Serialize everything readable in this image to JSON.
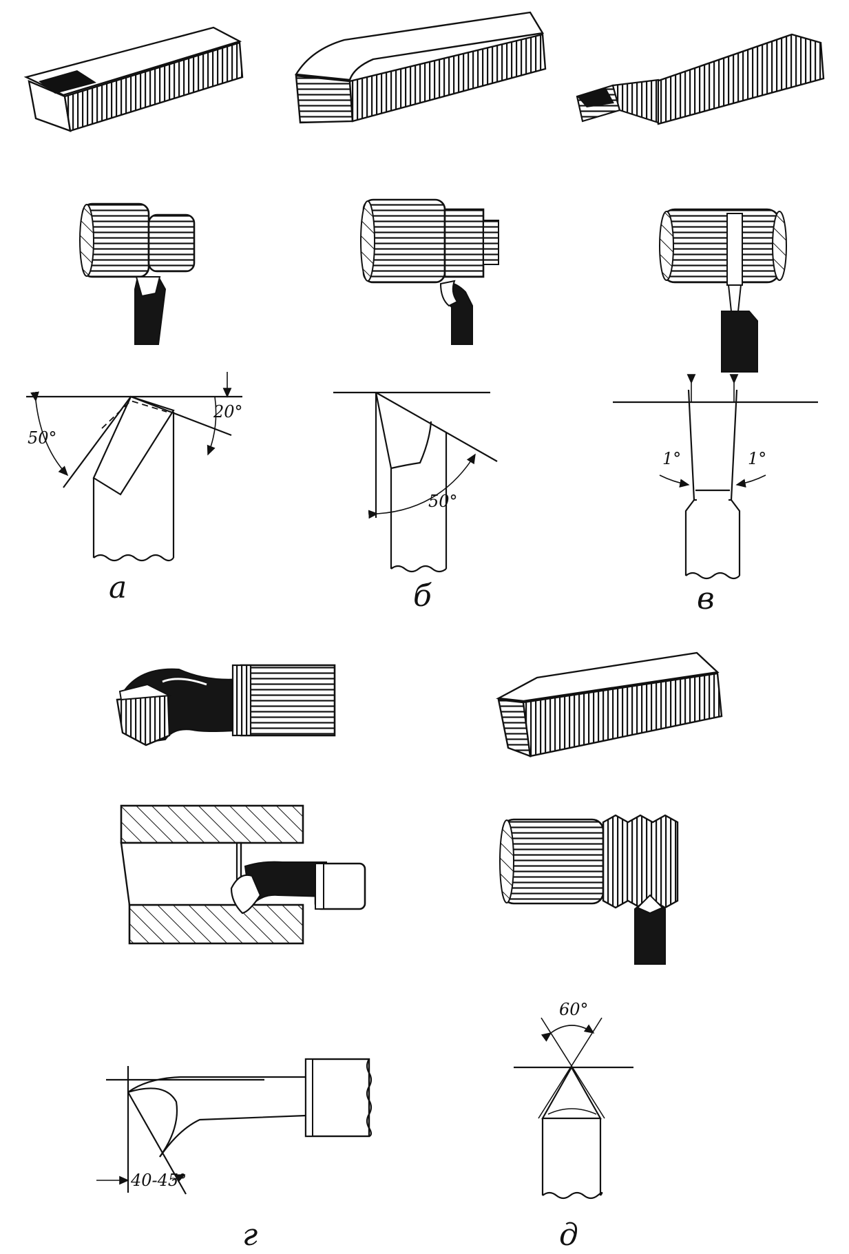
{
  "figure": {
    "panels": [
      {
        "id": "a",
        "caption": "а",
        "angles": [
          "50°",
          "20°"
        ]
      },
      {
        "id": "b",
        "caption": "б",
        "angles": [
          "50°"
        ]
      },
      {
        "id": "v",
        "caption": "в",
        "angles": [
          "1°",
          "1°"
        ]
      },
      {
        "id": "g",
        "caption": "г",
        "angles": [
          "40-45°"
        ]
      },
      {
        "id": "d",
        "caption": "д",
        "angles": [
          "60°"
        ]
      }
    ]
  },
  "colors": {
    "ink": "#111111",
    "paper": "#ffffff"
  }
}
